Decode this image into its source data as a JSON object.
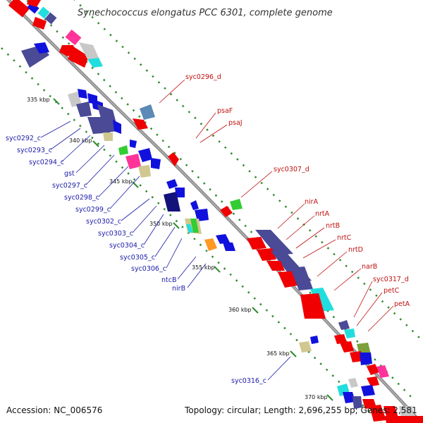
{
  "title": "Synechococcus elongatus PCC 6301, complete genome",
  "footer": {
    "accession": "Accession: NC_006576",
    "summary": "Topology: circular; Length: 2,696,255 bp; Genes: 2,581"
  },
  "colors": {
    "backbone": "#8a8a8a",
    "tick_dots": "#2e8b2e",
    "label_blue": "#1a1aa8",
    "label_red": "#c01010",
    "gene_red": "#f00000",
    "gene_navy": "#4a4a96",
    "gene_cyan": "#22dddd",
    "gene_blue": "#1111dd",
    "gene_gray": "#c8c8c8",
    "gene_pink": "#ff3399",
    "gene_olive": "#d0c890",
    "gene_green": "#33cc33",
    "gene_steel": "#5a8ab5",
    "gene_orange": "#ff9922",
    "gene_dark_navy": "#12127a"
  },
  "kbp_ticks": [
    "335 kbp",
    "340 kbp",
    "345 kbp",
    "350 kbp",
    "355 kbp",
    "360 kbp",
    "365 kbp",
    "370 kbp"
  ],
  "left_labels": [
    "syc0292_c",
    "syc0293_c",
    "syc0294_c",
    "gst",
    "syc0297_c",
    "syc0298_c",
    "syc0299_c",
    "syc0302_c",
    "syc0303_c",
    "syc0304_c",
    "syc0305_c",
    "syc0306_c",
    "ntcB",
    "nirB",
    "syc0316_c"
  ],
  "right_labels": [
    "syc0296_d",
    "psaF",
    "psaJ",
    "syc0307_d",
    "nirA",
    "nrtA",
    "nrtB",
    "nrtC",
    "nrtD",
    "narB",
    "syc0317_d",
    "petC",
    "petA"
  ]
}
